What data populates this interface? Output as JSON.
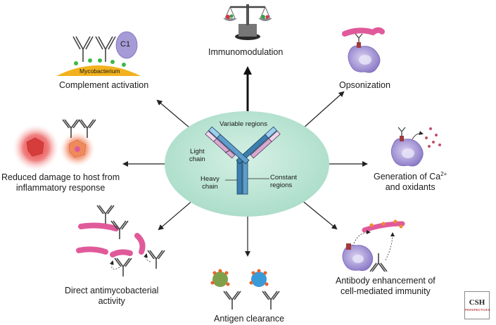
{
  "center": {
    "variable_regions": "Variable regions",
    "light_chain": [
      "Light",
      "chain"
    ],
    "heavy_chain": [
      "Heavy",
      "chain"
    ],
    "constant_regions": [
      "Constant",
      "regions"
    ]
  },
  "functions": {
    "immunomodulation": "Immunomodulation",
    "opsonization": "Opsonization",
    "generation": {
      "prefix": "Generation of Ca",
      "superscript": "2+",
      "line2": "and oxidants"
    },
    "antibody_enhancement": [
      "Antibody enhancement of",
      "cell-mediated immunity"
    ],
    "antigen_clearance": "Antigen clearance",
    "direct_activity": [
      "Direct antimycobacterial",
      "activity"
    ],
    "reduced_damage": [
      "Reduced damage to host from",
      "inflammatory response"
    ],
    "complement": "Complement activation"
  },
  "complement_art": {
    "c1": "C1",
    "mycobacterium": "Mycobacterium"
  },
  "logo": {
    "top": "CSH",
    "bottom": "PERSPECTIVES"
  },
  "colors": {
    "ellipse": "#b9e3d3",
    "bacterium": "#e05a9a",
    "cell": "#9b8ad0",
    "mycobacterium_bed": "#f2b21e",
    "c1": "#a69bd6"
  }
}
